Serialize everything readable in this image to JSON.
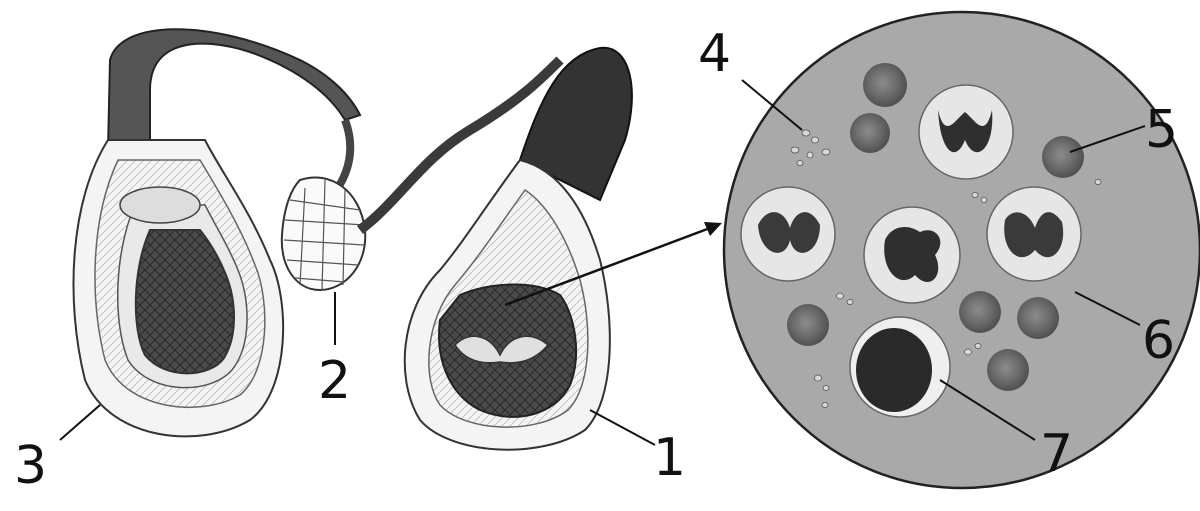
{
  "labels": {
    "n1": "1",
    "n2": "2",
    "n3": "3",
    "n4": "4",
    "n5": "5",
    "n6": "6",
    "n7": "7"
  },
  "colors": {
    "vessel_dark": "#3a3a3a",
    "vessel_mid": "#8a8a8a",
    "plasma": "#a9a9a9",
    "rbc": "#6e6e6e",
    "wbc_cytoplasm": "#e6e6e6",
    "nucleus": "#2f2f2f"
  }
}
